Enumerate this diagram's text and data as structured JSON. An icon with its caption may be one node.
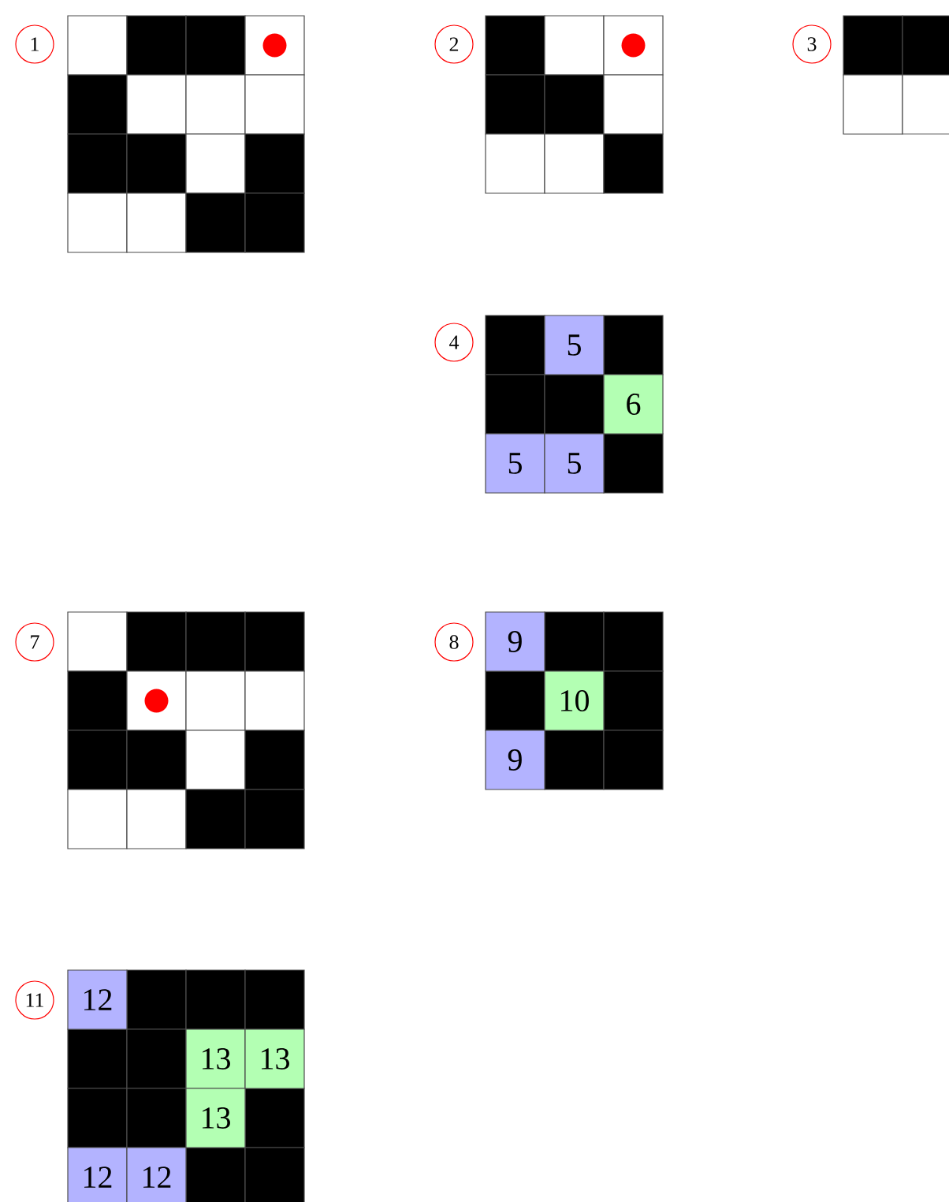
{
  "diagram": {
    "nodes": [
      {
        "text": [
          "1"
        ]
      },
      {
        "text": [
          "2"
        ]
      },
      {
        "text": [
          "3"
        ]
      },
      {
        "text": [
          "4"
        ]
      },
      {
        "text": [
          "5"
        ]
      },
      {
        "text": [
          "6"
        ]
      },
      {
        "text": [
          "5"
        ]
      },
      {
        "text": [
          "5"
        ]
      },
      {
        "text": [
          "7"
        ]
      },
      {
        "text": [
          "8"
        ]
      },
      {
        "text": [
          "9"
        ]
      },
      {
        "text": [
          "10"
        ]
      },
      {
        "text": [
          "9"
        ]
      },
      {
        "text": [
          "11"
        ]
      },
      {
        "text": [
          "12"
        ]
      },
      {
        "text": [
          "13"
        ]
      },
      {
        "text": [
          "13"
        ]
      },
      {
        "text": [
          "13"
        ]
      },
      {
        "text": [
          "12"
        ]
      },
      {
        "text": [
          "12"
        ]
      }
    ]
  }
}
